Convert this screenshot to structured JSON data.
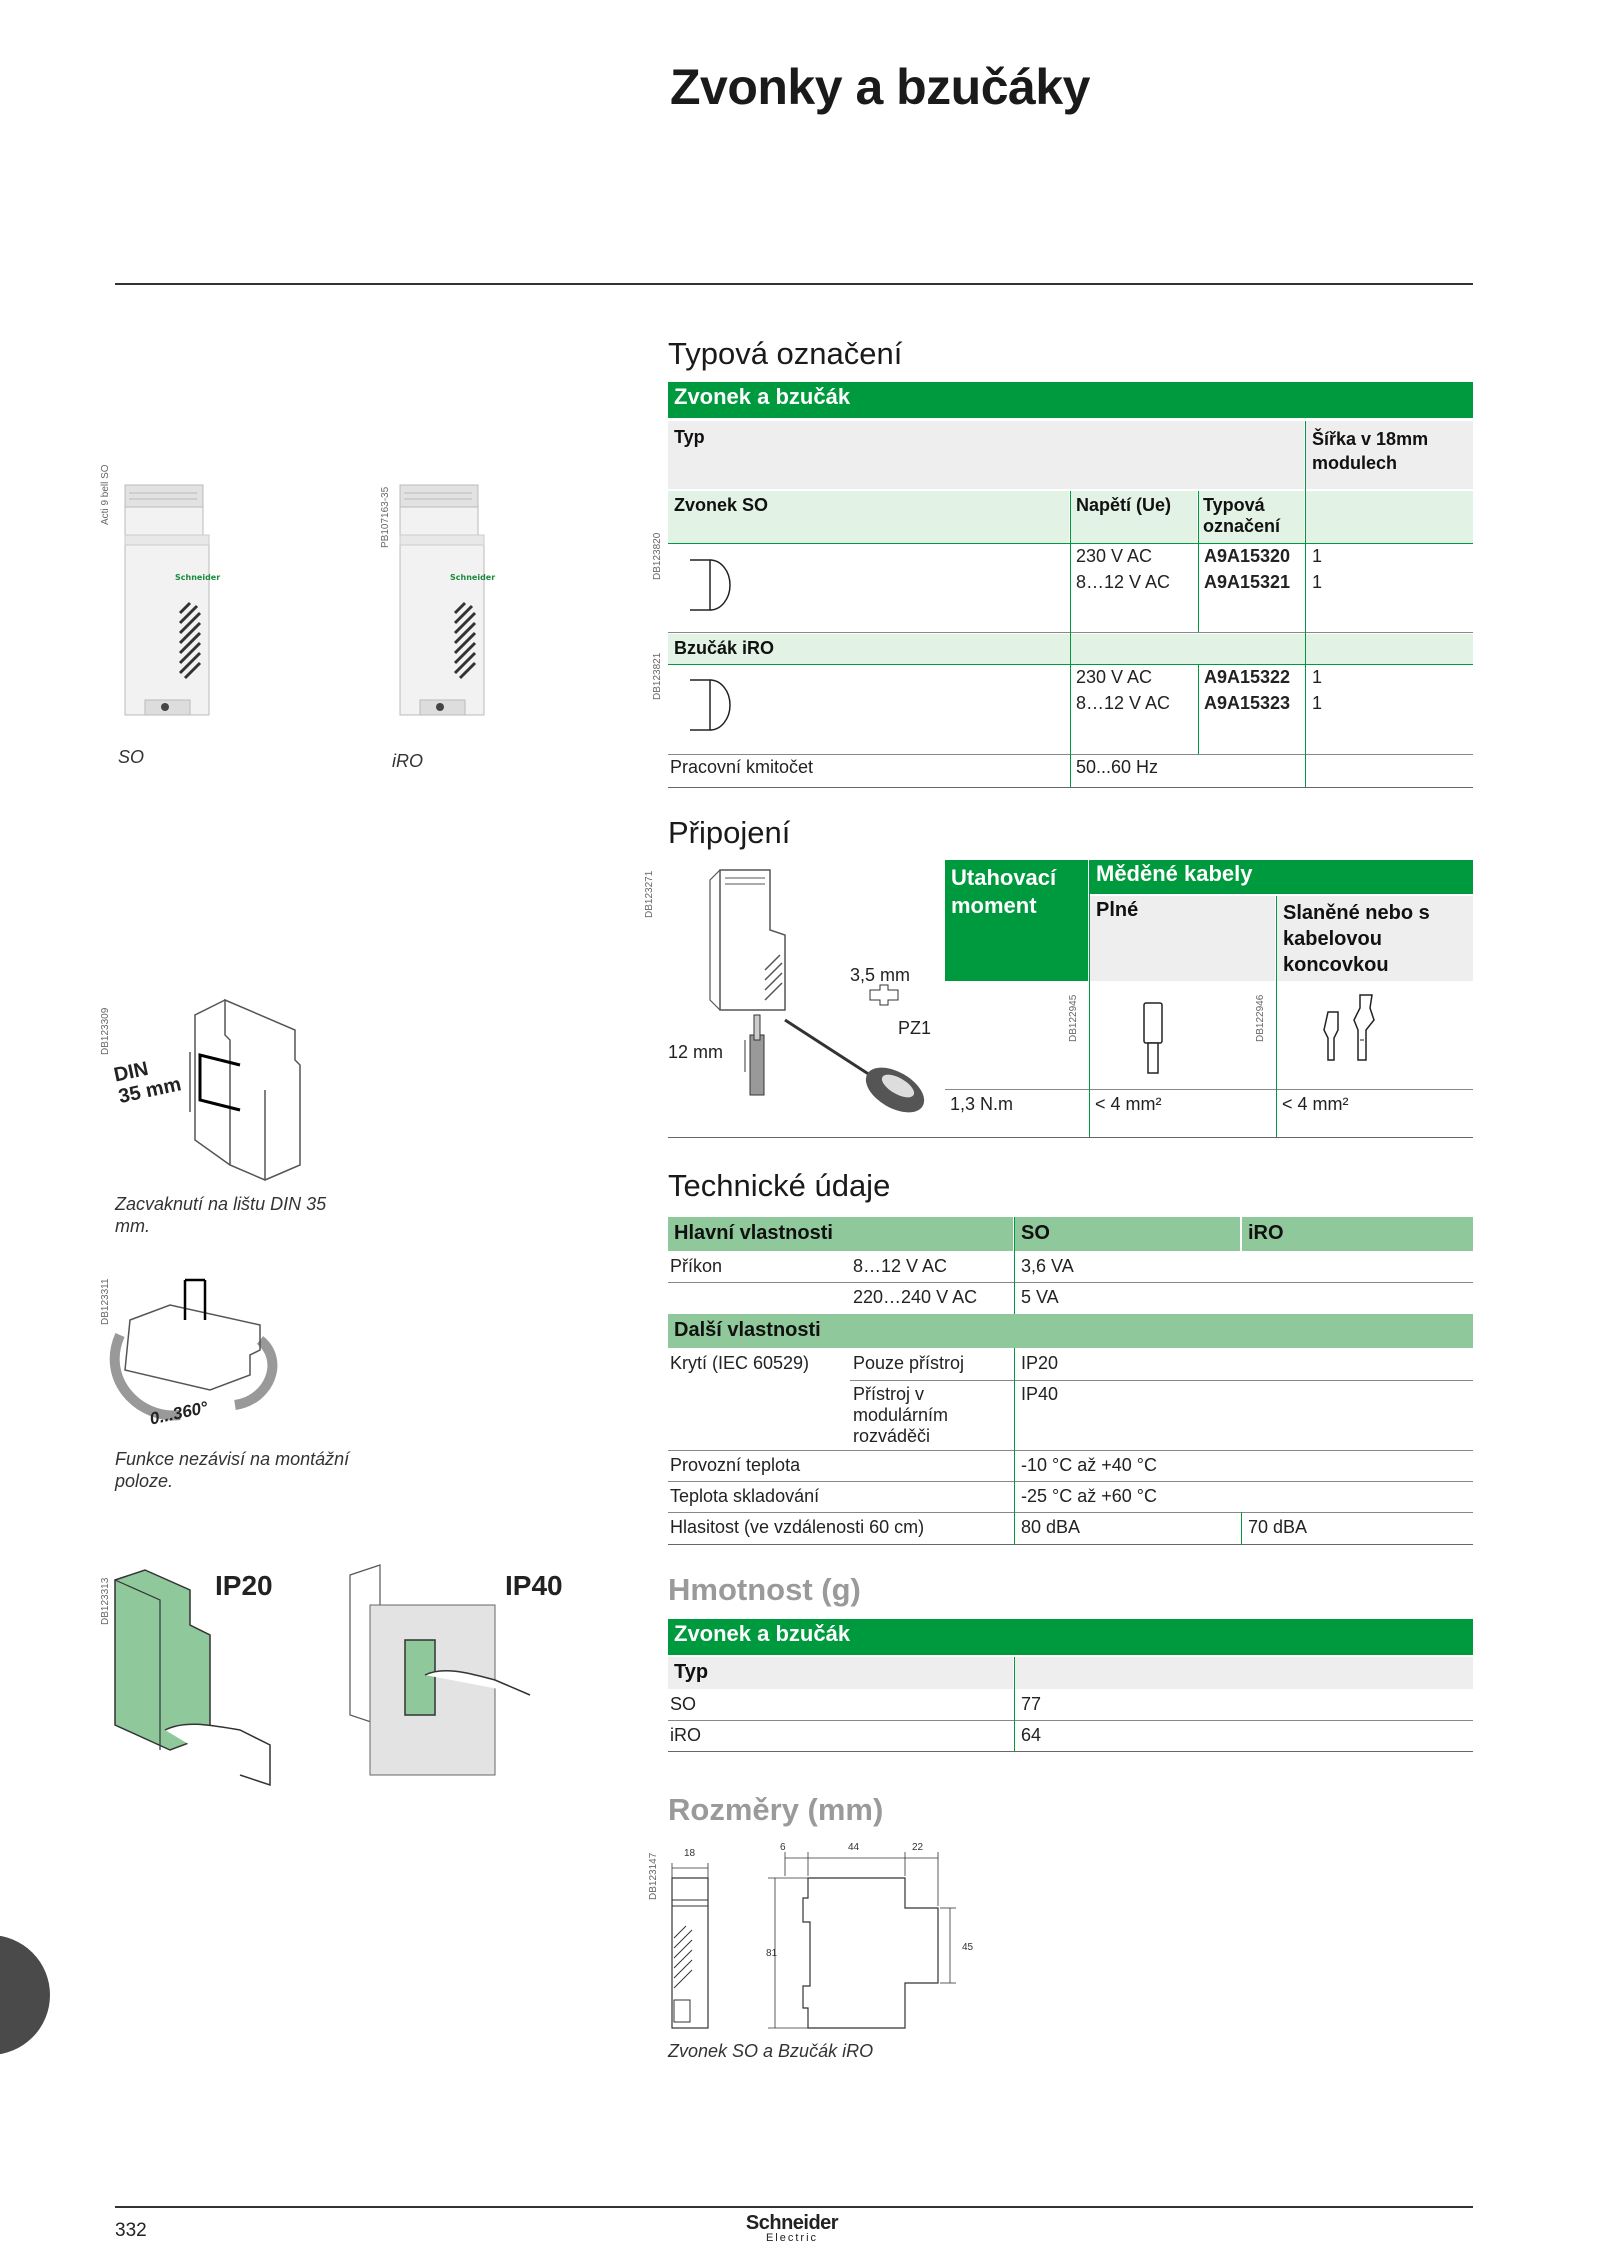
{
  "page": {
    "title": "Zvonky a bzučáky",
    "page_number": "332"
  },
  "left": {
    "photo1_code": "Acti 9 bell SO",
    "photo1_caption": "SO",
    "photo2_code": "PB107163-35",
    "photo2_caption": "iRO",
    "din_code": "DB123309",
    "din_label_1": "DIN",
    "din_label_2": "35 mm",
    "din_caption": "Zacvaknutí na lištu DIN 35 mm.",
    "rot_code": "DB123311",
    "rot_label": "0...360°",
    "rot_caption": "Funkce nezávisí na montážní poloze.",
    "ip_code": "DB123313",
    "ip20": "IP20",
    "ip40": "IP40"
  },
  "typova": {
    "heading": "Typová označení",
    "bar": "Zvonek a bzučák",
    "typ": "Typ",
    "sirka": "Šířka v 18mm modulech",
    "zvonek_label": "Zvonek SO",
    "col_napeti": "Napětí (Ue)",
    "col_typova": "Typová označení",
    "code1": "DB123820",
    "code2": "DB123821",
    "so_rows": [
      {
        "napeti": "230 V AC",
        "ref": "A9A15320",
        "sirka": "1"
      },
      {
        "napeti": "8…12 V AC",
        "ref": "A9A15321",
        "sirka": "1"
      }
    ],
    "bzucak_label": "Bzučák iRO",
    "iro_rows": [
      {
        "napeti": "230 V AC",
        "ref": "A9A15322",
        "sirka": "1"
      },
      {
        "napeti": "8…12 V AC",
        "ref": "A9A15323",
        "sirka": "1"
      }
    ],
    "freq_label": "Pracovní kmitočet",
    "freq_value": "50...60 Hz"
  },
  "pripojeni": {
    "heading": "Připojení",
    "code": "DB123271",
    "label_35": "3,5 mm",
    "label_pz1": "PZ1",
    "label_12": "12 mm",
    "utahovaci": "Utahovací moment",
    "medene": "Měděné kabely",
    "plne": "Plné",
    "slanene": "Slaněné nebo s kabelovou koncovkou",
    "code_plne": "DB122945",
    "code_slanene": "DB122946",
    "moment_value": "1,3 N.m",
    "plne_value": "< 4 mm²",
    "slanene_value": "< 4 mm²"
  },
  "technicke": {
    "heading": "Technické údaje",
    "hlavni": "Hlavní vlastnosti",
    "col_so": "SO",
    "col_iro": "iRO",
    "prikon": "Příkon",
    "prikon_rows": [
      {
        "napeti": "8…12 V AC",
        "so": "3,6 VA"
      },
      {
        "napeti": "220…240 V AC",
        "so": "5 VA"
      }
    ],
    "dalsi": "Další vlastnosti",
    "kryti": "Krytí (IEC 60529)",
    "kryti_rows": [
      {
        "podminka": "Pouze přístroj",
        "so": "IP20"
      },
      {
        "podminka": "Přístroj v modulárním rozváděči",
        "so": "IP40"
      }
    ],
    "provozni_label": "Provozní teplota",
    "provozni_value": "-10 °C až +40 °C",
    "skladovani_label": "Teplota skladování",
    "skladovani_value": "-25 °C až +60 °C",
    "hlasitost_label": "Hlasitost (ve vzdálenosti 60 cm)",
    "hlasitost_so": "80 dBA",
    "hlasitost_iro": "70 dBA"
  },
  "hmotnost": {
    "heading": "Hmotnost (g)",
    "bar": "Zvonek a bzučák",
    "typ": "Typ",
    "rows": [
      {
        "name": "SO",
        "value": "77"
      },
      {
        "name": "iRO",
        "value": "64"
      }
    ]
  },
  "rozmery": {
    "heading": "Rozměry (mm)",
    "code": "DB123147",
    "d18": "18",
    "d6": "6",
    "d44": "44",
    "d22": "22",
    "d81": "81",
    "d45": "45",
    "caption": "Zvonek SO a Bzučák iRO"
  },
  "footer": {
    "brand_1": "Schneider",
    "brand_2": "Electric"
  },
  "colors": {
    "green": "#009a3e",
    "light_green": "#8fc89b",
    "pale_green": "#e2f2e5",
    "header_gray": "#eeeeee",
    "tab_dark": "#4a4a4a"
  }
}
